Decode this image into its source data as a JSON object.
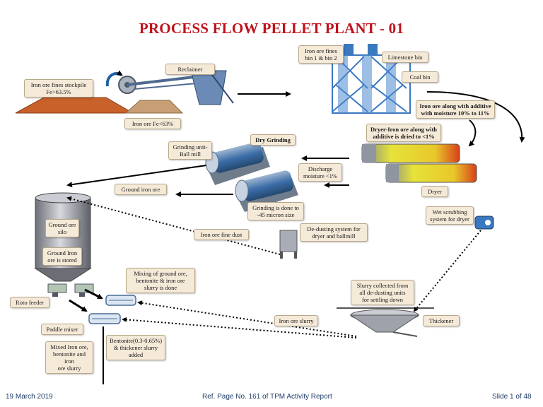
{
  "slide": {
    "title": "PROCESS FLOW PELLET PLANT - 01",
    "footer_date": "19 March 2019",
    "footer_ref": "Ref. Page No. 161 of TPM Activity Report",
    "footer_slide": "Slide 1 of 48"
  },
  "labels": {
    "stockpile": "Iron ore fines stockpile\nFe>63.5%",
    "reclaimer": "Reclaimer",
    "iron_ore_fe": "Iron ore Fe<63%",
    "iron_ore_bins": "Iron ore fines\nbin 1 & bin 2",
    "limestone_bin": "Limestone bin",
    "coal_bin": "Coal bin",
    "iron_ore_additive": "Iron ore along with additive\nwith moisture 10% to 11%",
    "dryer_iron_ore": "Dryer-Iron ore along with\nadditive is dried to <1%",
    "dry_grinding": "Dry Grinding",
    "grinding_unit": "Grinding unit-\nBall mill",
    "discharge_moisture": "Discharge\nmoisture <1%",
    "dryer": "Dryer",
    "ground_iron_ore": "Ground iron ore",
    "grinding_done": "Grinding is done to\n-45 micron size",
    "ground_ore_silo": "Ground ore\nsilo",
    "ground_iron_stored": "Ground Iron\nore is stored",
    "iron_ore_fine_dust": "Iron ore fine dust",
    "dedusting": "De-dusting system for\ndryer and ballmill",
    "wet_scrubbing": "Wet scrubbing\nsystem for dryer",
    "mixing": "Mixing of ground ore,\nbentonite & iron ore\nslurry is done",
    "roto_feeder": "Roto feeder",
    "slurry_collected": "Slurry collected from\nall de-dusting units\nfor settling down",
    "paddle_mixer": "Paddle mixer",
    "iron_ore_slurry": "Iron ore slurry",
    "thickener": "Thickener",
    "mixed_iron_ore": "Mixed Iron ore,\nbentonite and iron\nore slurry",
    "bentonite": "Bentonite(0.3-0.65%)\n& thickener slurry\nadded"
  },
  "colors": {
    "title": "#c0111b",
    "stockpile": "#c8612a",
    "equipment_blue": "#3a78c0",
    "label_bg": "#f5e9d8",
    "footer": "#1f3b66"
  }
}
